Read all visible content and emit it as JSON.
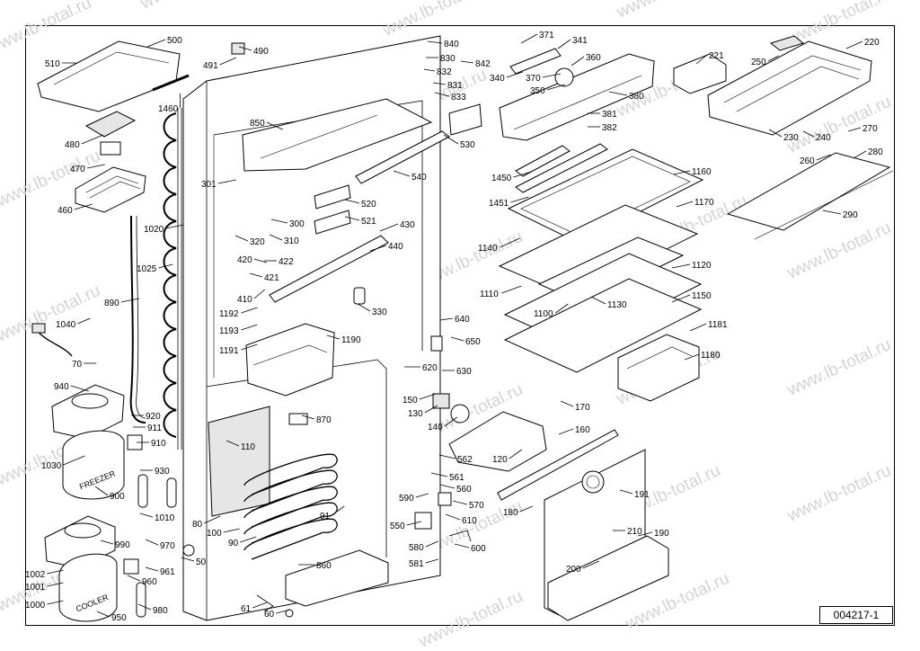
{
  "watermark": "www.lb-total.ru",
  "drawing_number": "004217-1",
  "part_labels": [
    "500",
    "510",
    "490",
    "491",
    "1460",
    "480",
    "470",
    "460",
    "850",
    "840",
    "830",
    "842",
    "832",
    "831",
    "833",
    "371",
    "341",
    "340",
    "360",
    "370",
    "350",
    "380",
    "381",
    "382",
    "221",
    "220",
    "250",
    "230",
    "240",
    "270",
    "260",
    "280",
    "290",
    "530",
    "540",
    "301",
    "520",
    "521",
    "430",
    "440",
    "300",
    "310",
    "320",
    "420",
    "421",
    "422",
    "410",
    "330",
    "1450",
    "1451",
    "1160",
    "1170",
    "1140",
    "1120",
    "1110",
    "1100",
    "1130",
    "1150",
    "1181",
    "1180",
    "1020",
    "1025",
    "890",
    "1040",
    "70",
    "940",
    "920",
    "911",
    "910",
    "1030",
    "900",
    "930",
    "1010",
    "80",
    "100",
    "90",
    "91",
    "110",
    "870",
    "640",
    "650",
    "620",
    "630",
    "150",
    "130",
    "140",
    "170",
    "160",
    "120",
    "562",
    "561",
    "560",
    "570",
    "590",
    "550",
    "610",
    "600",
    "580",
    "581",
    "180",
    "191",
    "210",
    "190",
    "200",
    "990",
    "970",
    "961",
    "960",
    "980",
    "950",
    "1002",
    "1001",
    "1000",
    "50",
    "860",
    "61",
    "60",
    "1192",
    "1193",
    "1191",
    "1190"
  ],
  "callouts": {
    "cooler_compressor": "COOLER",
    "freezer_compressor": "FREEZER"
  }
}
